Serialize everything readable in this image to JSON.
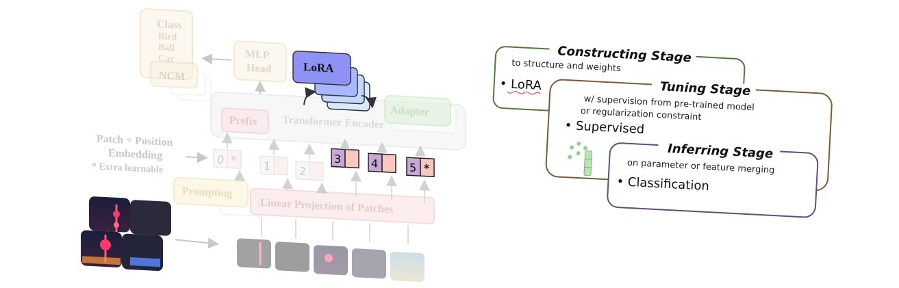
{
  "left": {
    "class_box": {
      "title": "Class",
      "items": [
        "Bird",
        "Ball",
        "Car"
      ]
    },
    "ncm": "NCM",
    "mlp_head": [
      "MLP",
      "Head"
    ],
    "lora": "LoRA",
    "adapter": "Adapter",
    "prefix": "Prefix",
    "encoder": "Transformer Encoder",
    "patch_embedding": [
      "Patch + Position",
      "Embedding"
    ],
    "extra_learnable": "* Extra learnable",
    "prompting": "Prompting",
    "linear_projection": "Linear Projection of Patches",
    "tokens": [
      "0",
      "*",
      "1",
      "2",
      "3",
      "4",
      "5",
      "*"
    ]
  },
  "right": {
    "constructing": {
      "title": "Constructing Stage",
      "subtitle": "to structure and weights",
      "bullet": "• LoRA",
      "color": "#4e7a3c"
    },
    "tuning": {
      "title": "Tuning Stage",
      "subtitle": [
        "w/ supervision from pre-trained model",
        "or regularization constraint"
      ],
      "bullet": "• Supervised",
      "color": "#7a5a3a"
    },
    "inferring": {
      "title": "Inferring Stage",
      "subtitle": "on parameter or feature merging",
      "bullet": "• Classification",
      "color": "#6a4a7a"
    }
  }
}
